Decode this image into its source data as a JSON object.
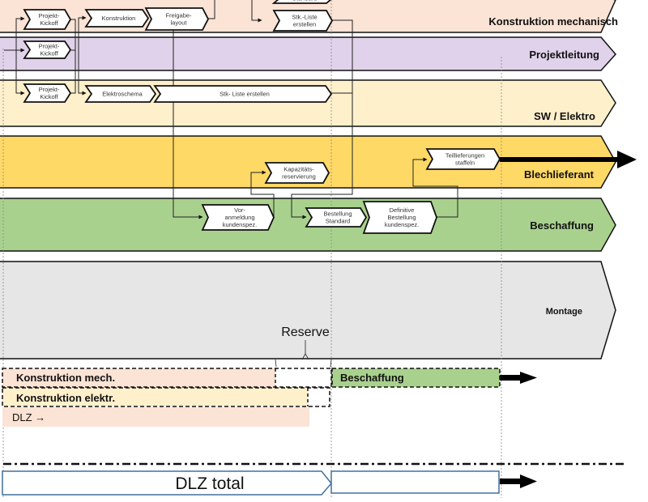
{
  "lanes": [
    {
      "id": "konstruktion-mechanisch",
      "label": "Konstruktion mechanisch",
      "color": "#fbe3d5"
    },
    {
      "id": "projektleitung",
      "label": "Projektleitung",
      "color": "#e0d2ea"
    },
    {
      "id": "sw-elektro",
      "label": "SW / Elektro",
      "color": "#fff0cc"
    },
    {
      "id": "blechlieferant",
      "label": "Blechlieferant",
      "color": "#ffd966"
    },
    {
      "id": "beschaffung",
      "label": "Beschaffung",
      "color": "#a9d18e"
    },
    {
      "id": "montage",
      "label": "Montage",
      "color": "#e6e6e6"
    }
  ],
  "steps": {
    "km_kickoff": [
      "Projekt-",
      "Kickoff"
    ],
    "km_konstruktion": [
      "Konstruktion"
    ],
    "km_freigabe": [
      "Freigabe-",
      "layout"
    ],
    "km_standard": [
      "Standard"
    ],
    "km_stkliste": [
      "Stk.-Liste",
      "erstellen"
    ],
    "pl_kickoff": [
      "Projekt-",
      "Kickoff"
    ],
    "sw_kickoff": [
      "Projekt-",
      "Kickoff"
    ],
    "sw_elektroschema": [
      "Elektroschema"
    ],
    "sw_stkliste": [
      "Stk- Liste erstellen"
    ],
    "bl_kapazitaet": [
      "Kapazitäts-",
      "reservierung"
    ],
    "bl_teillieferungen": [
      "Teillieferungen",
      "staffeln"
    ],
    "be_voranmeldung": [
      "Vor-",
      "anmeldung",
      "kundenspez."
    ],
    "be_bestellung_standard": [
      "Bestellung",
      "Standard"
    ],
    "be_definitive": [
      "Definitive",
      "Bestellung",
      "kundenspez."
    ]
  },
  "timeline": {
    "reserve_label": "Reserve",
    "konstruktion_mech_label": "Konstruktion mech.",
    "konstruktion_elektr_label": "Konstruktion elektr.",
    "beschaffung_label": "Beschaffung",
    "dlz_label": "DLZ →",
    "dlz_total_label": "DLZ total"
  },
  "colors": {
    "timeline_mech": "#fbe3d5",
    "timeline_elektr": "#fff0cc",
    "timeline_beschaffung": "#a9d18e",
    "dlz_total_border": "#41719c"
  }
}
